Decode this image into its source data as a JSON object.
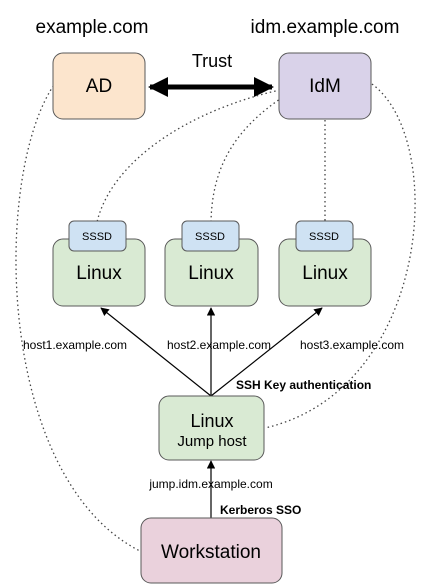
{
  "domains": {
    "left": "example.com",
    "right": "idm.example.com"
  },
  "trust_label": "Trust",
  "nodes": {
    "ad": "AD",
    "idm": "IdM",
    "linux1": "Linux",
    "linux2": "Linux",
    "linux3": "Linux",
    "sssd1": "SSSD",
    "sssd2": "SSSD",
    "sssd3": "SSSD",
    "jump_line1": "Linux",
    "jump_line2": "Jump host",
    "workstation": "Workstation"
  },
  "edge_labels": {
    "host1": "host1.example.com",
    "host2": "host2.example.com",
    "host3": "host3.example.com",
    "ssh_auth": "SSH Key authentication",
    "jump_fqdn": "jump.idm.example.com",
    "kerberos": "Kerberos SSO"
  },
  "colors": {
    "ad_fill": "#fce5cd",
    "idm_fill": "#d9d2e9",
    "linux_fill": "#d9ead3",
    "sssd_fill": "#cfe2f3",
    "workstation_fill": "#ead1dc",
    "stroke": "#595959"
  }
}
